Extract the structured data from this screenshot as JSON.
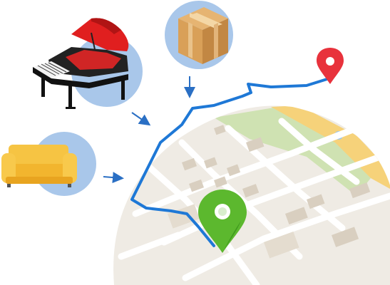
{
  "illustration": {
    "items": [
      {
        "name": "grand-piano",
        "icon": "grand-piano-icon"
      },
      {
        "name": "box",
        "icon": "cardboard-box-icon"
      },
      {
        "name": "sofa",
        "icon": "sofa-icon"
      }
    ],
    "map": {
      "route_color": "#1e78d6",
      "origin_pin_color": "#e8323c",
      "destination_pin_color": "#5cb82e",
      "bubble_color": "#a9c7ea",
      "arrow_color": "#2a6fc4"
    }
  }
}
